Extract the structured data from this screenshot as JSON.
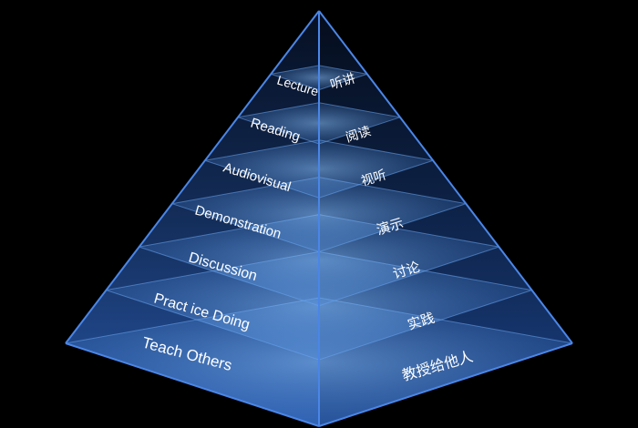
{
  "pyramid": {
    "layers": [
      {
        "en": "Lecture",
        "zh": "听讲"
      },
      {
        "en": "Reading",
        "zh": "阅读"
      },
      {
        "en": "Audiovisual",
        "zh": "视听"
      },
      {
        "en": "Demonstration",
        "zh": "演示"
      },
      {
        "en": "Discussion",
        "zh": "讨论"
      },
      {
        "en": "Pract ice Doing",
        "zh": "实践"
      },
      {
        "en": "Teach Others",
        "zh": "教授给他人"
      }
    ],
    "colors": {
      "background": "#000000",
      "edge": "#3f78d8",
      "left_face": "#1b3f7d",
      "right_face": "#153066",
      "layer_slab": "#5aa2ff"
    }
  }
}
